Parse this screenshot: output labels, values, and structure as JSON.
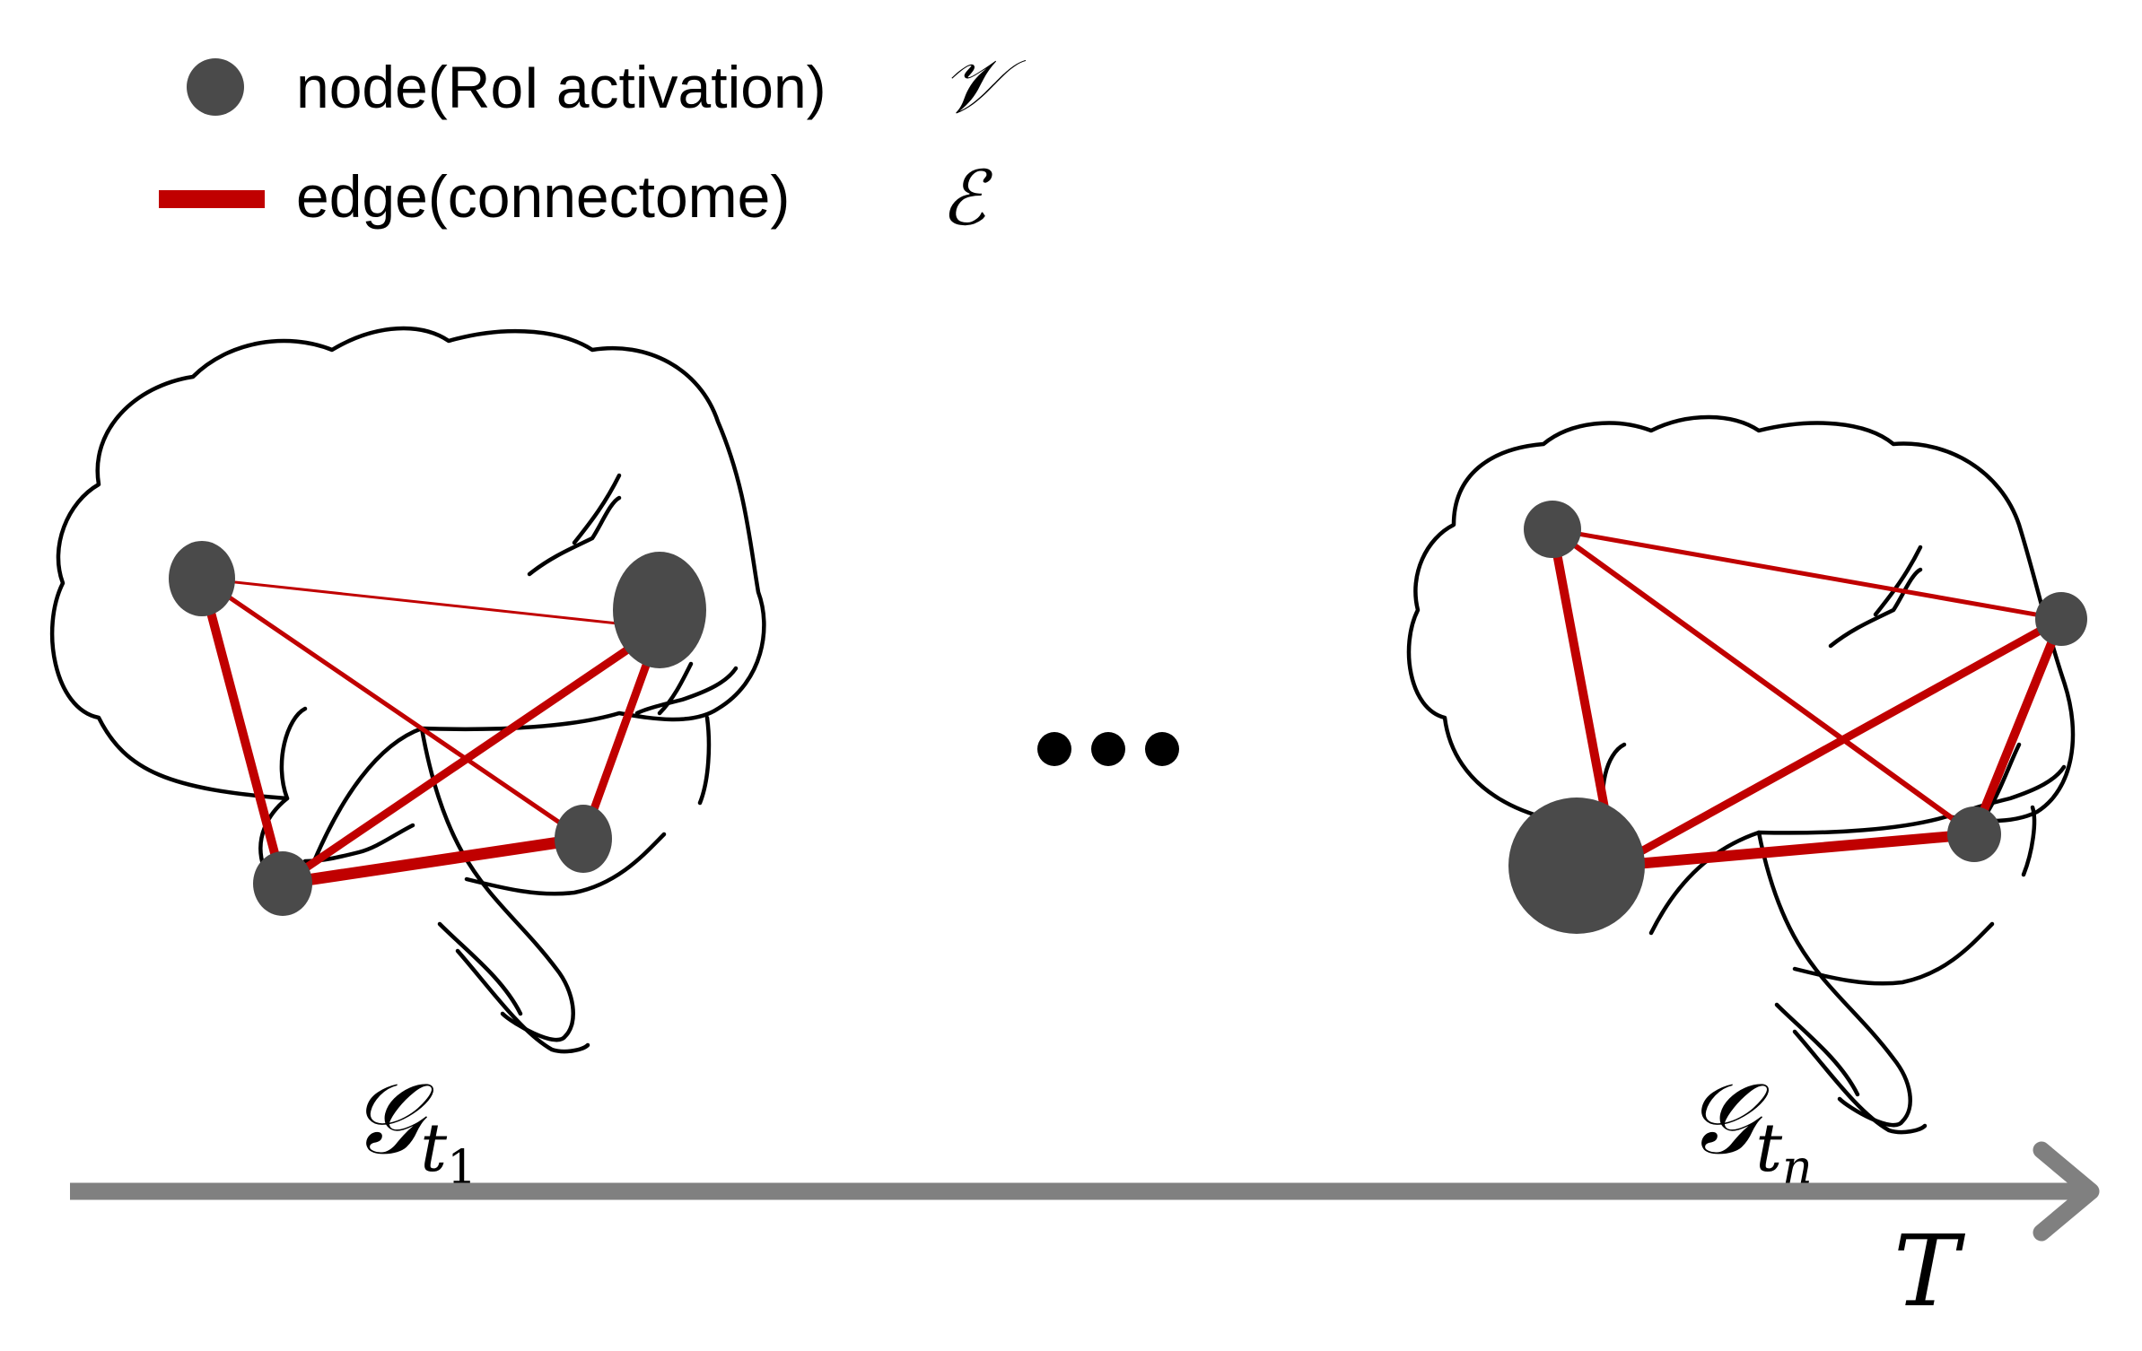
{
  "legend": {
    "node_label": "node(RoI activation)",
    "node_symbol": "𝒱",
    "edge_label": "edge(connectome)",
    "edge_symbol": "ℰ"
  },
  "ellipsis": "•••",
  "graphs": [
    {
      "name": "𝒢",
      "subscript": "t",
      "subsubscript": "1"
    },
    {
      "name": "𝒢",
      "subscript": "t",
      "subsubscript": "n"
    }
  ],
  "axis": {
    "label": "T"
  },
  "colors": {
    "node": "#4a4a4a",
    "edge": "#c00000",
    "axis": "#808080",
    "outline": "#000000"
  }
}
